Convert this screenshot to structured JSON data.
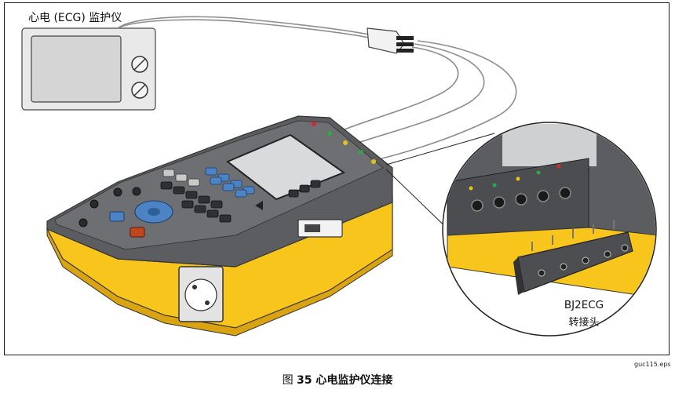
{
  "labels": {
    "monitor": "心电 (ECG) 监护仪",
    "adapter_model": "BJ2ECG",
    "adapter_desc": "转接头"
  },
  "file_ref": "guc115.eps",
  "caption": {
    "prefix": "图 ",
    "number": "35",
    "title": " 心电监护仪连接"
  },
  "colors": {
    "device_body": "#5c5d60",
    "device_top": "#6e6f72",
    "accent_yellow": "#f7c51b",
    "button_blue": "#4b83c4",
    "screen": "#d9dadb",
    "cable": "#9e9e9e"
  }
}
